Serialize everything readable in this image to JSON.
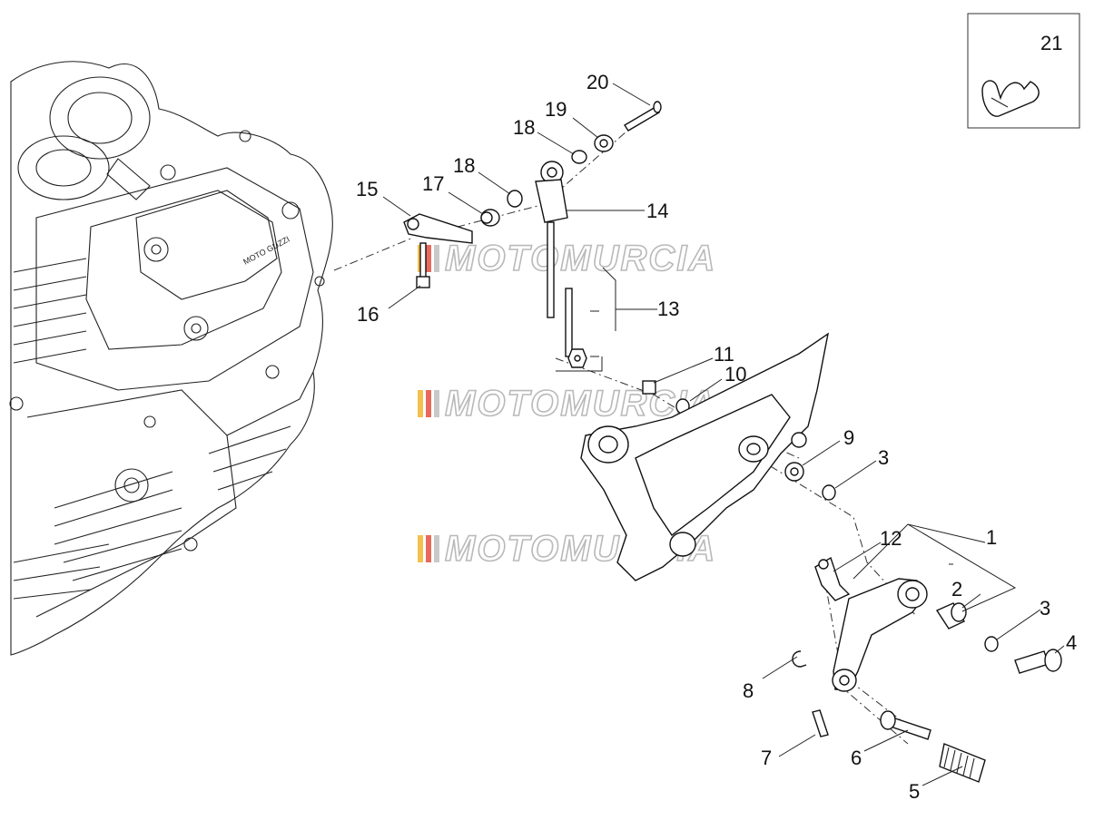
{
  "watermark": {
    "text": "MOTOMURCIA",
    "stripe_colors": [
      "#f2c14e",
      "#e86a5c",
      "#c9c9c9"
    ]
  },
  "callouts": [
    "1",
    "2",
    "3",
    "3",
    "4",
    "5",
    "6",
    "7",
    "8",
    "9",
    "10",
    "11",
    "12",
    "13",
    "14",
    "15",
    "16",
    "17",
    "18",
    "18",
    "19",
    "20",
    "21"
  ],
  "inset_label": "21",
  "colors": {
    "line": "#111111",
    "background": "#ffffff",
    "watermark": "#b9b9b9"
  }
}
